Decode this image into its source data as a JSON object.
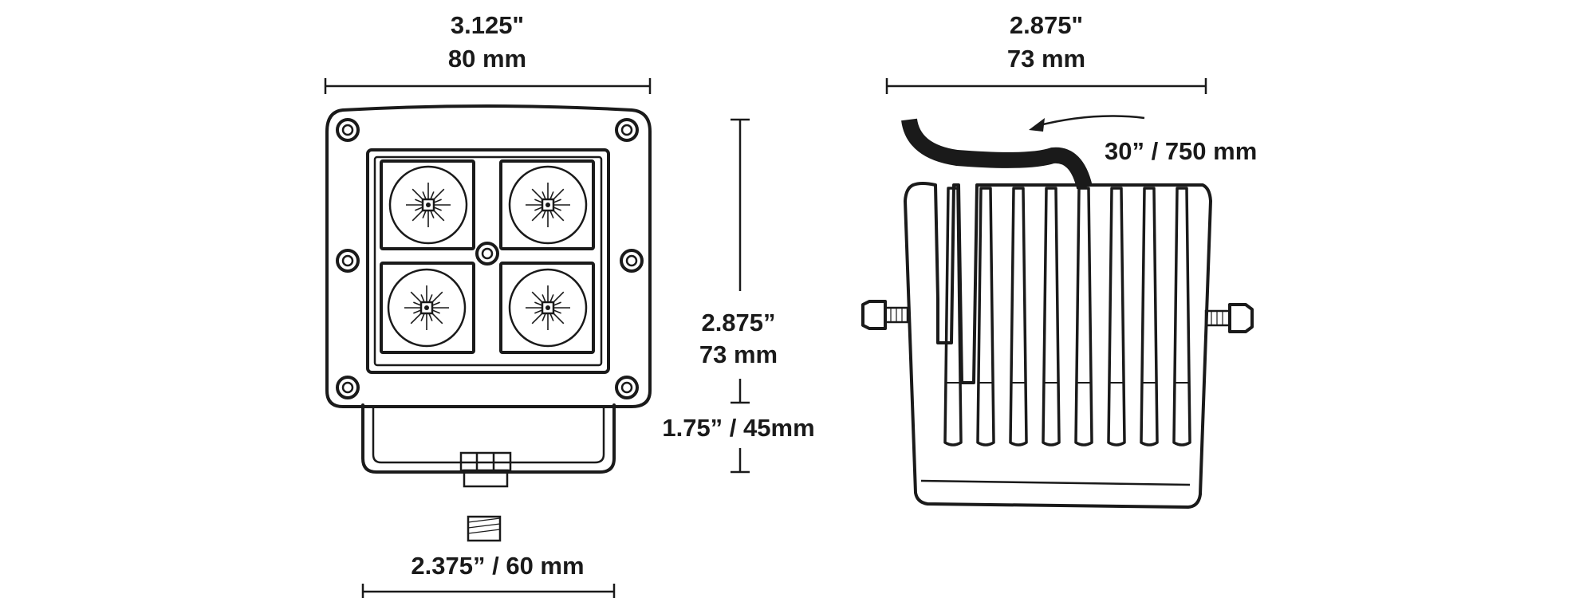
{
  "front_view": {
    "width_in": "3.125\"",
    "width_mm": "80 mm",
    "height_in": "2.875”",
    "height_mm": "73 mm",
    "bracket_height": "1.75” / 45mm",
    "bracket_width": "2.375” / 60 mm"
  },
  "side_view": {
    "depth_in": "2.875\"",
    "depth_mm": "73 mm",
    "cable_length": "30” / 750 mm"
  },
  "colors": {
    "line": "#1a1a1a",
    "background": "#ffffff"
  }
}
